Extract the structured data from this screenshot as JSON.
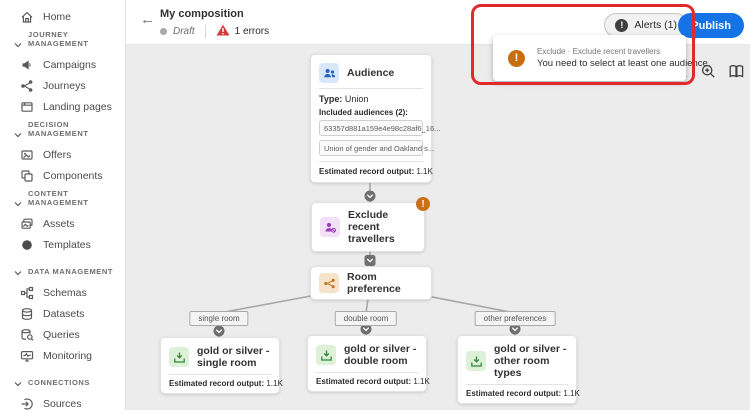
{
  "glyphs": {
    "back_arrow": "←",
    "exclamation": "!"
  },
  "colors": {
    "accent_blue": "#1473e6",
    "error_red": "#d7373f",
    "warning_orange": "#ca7213",
    "annotation_red": "#e12b2b",
    "audience_blue": "#2761c4",
    "exclude_purple": "#9d3cbd",
    "split_orange": "#c06d1d",
    "output_green": "#2f8a3d"
  },
  "sidebar": {
    "items": [
      {
        "label": "Home",
        "icon": "home-icon"
      },
      {
        "label": "JOURNEY MANAGEMENT",
        "icon": "chevron-down-icon"
      },
      {
        "label": "Campaigns",
        "icon": "campaigns-icon"
      },
      {
        "label": "Journeys",
        "icon": "journeys-icon"
      },
      {
        "label": "Landing pages",
        "icon": "landing-pages-icon"
      },
      {
        "label": "DECISION MANAGEMENT",
        "icon": "chevron-down-icon"
      },
      {
        "label": "Offers",
        "icon": "offers-icon"
      },
      {
        "label": "Components",
        "icon": "components-icon"
      },
      {
        "label": "CONTENT MANAGEMENT",
        "icon": "chevron-down-icon"
      },
      {
        "label": "Assets",
        "icon": "assets-icon"
      },
      {
        "label": "Templates",
        "icon": "templates-icon"
      },
      {
        "label": "DATA MANAGEMENT",
        "icon": "chevron-down-icon"
      },
      {
        "label": "Schemas",
        "icon": "schemas-icon"
      },
      {
        "label": "Datasets",
        "icon": "datasets-icon"
      },
      {
        "label": "Queries",
        "icon": "queries-icon"
      },
      {
        "label": "Monitoring",
        "icon": "monitoring-icon"
      },
      {
        "label": "CONNECTIONS",
        "icon": "chevron-down-icon"
      },
      {
        "label": "Sources",
        "icon": "sources-icon"
      }
    ]
  },
  "header": {
    "title": "My composition",
    "status": "Draft",
    "errors": "1 errors",
    "alerts_label": "Alerts (1)",
    "publish_label": "Publish"
  },
  "alert_popup": {
    "title": "Exclude · Exclude recent travellers",
    "message": "You need to select at least one audience."
  },
  "canvas": {
    "audience": {
      "title": "Audience",
      "type_label": "Type:",
      "type_value": "Union",
      "included_label": "Included audiences (2):",
      "chips": [
        "63357d881a159e4e98c28af6_16...",
        "Union of gender and Oakland s..."
      ],
      "output_label": "Estimated record output:",
      "output_value": "1.1K"
    },
    "exclude": {
      "title": "Exclude recent travellers"
    },
    "room": {
      "title": "Room preference"
    },
    "outputs": [
      {
        "edge_label": "single room",
        "title": "gold or silver - single room",
        "output_label": "Estimated record output:",
        "output_value": "1.1K"
      },
      {
        "edge_label": "double room",
        "title": "gold or silver - double room",
        "output_label": "Estimated record output:",
        "output_value": "1.1K"
      },
      {
        "edge_label": "other preferences",
        "title": "gold or silver - other room types",
        "output_label": "Estimated record output:",
        "output_value": "1.1K"
      }
    ],
    "toolbar_icons": [
      "zoom-out-icon",
      "zoom-in-icon",
      "map-icon"
    ]
  }
}
